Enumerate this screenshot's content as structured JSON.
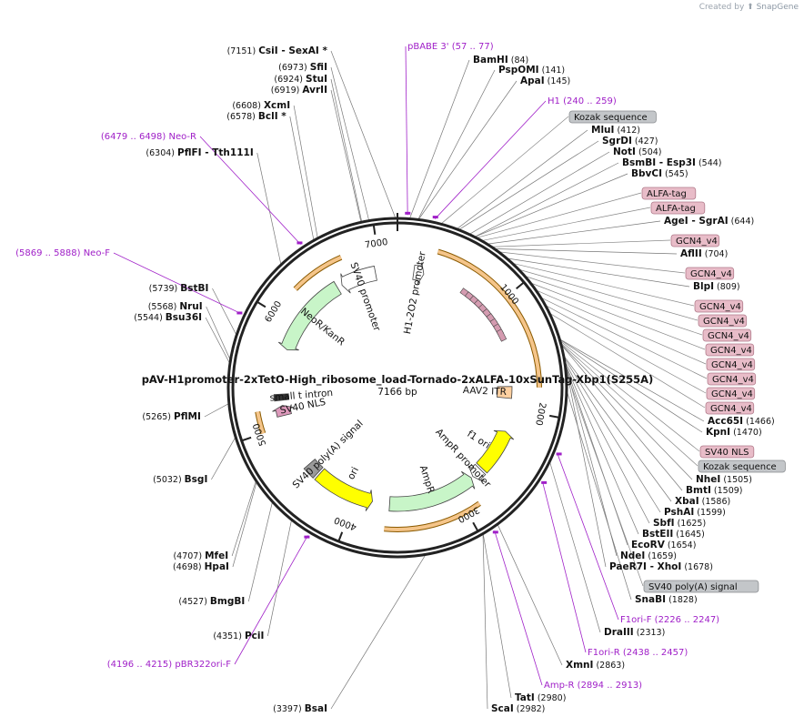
{
  "credit": {
    "prefix": "Created by",
    "brand": "SnapGene"
  },
  "map": {
    "title": "pAV-H1promoter-2xTetO-High_ribosome_load-Tornado-2xALFA-10xSunTag-Xbp1(S255A)",
    "length_label": "7166 bp",
    "length": 7166
  },
  "ticks": [
    {
      "bp": 1000,
      "label": "1000"
    },
    {
      "bp": 2000,
      "label": "2000"
    },
    {
      "bp": 3000,
      "label": "3000"
    },
    {
      "bp": 4000,
      "label": "4000"
    },
    {
      "bp": 5000,
      "label": "5000"
    },
    {
      "bp": 6000,
      "label": "6000"
    },
    {
      "bp": 7000,
      "label": "7000"
    }
  ],
  "site_labels": [
    {
      "name": "CsiI",
      "name2": "SexAI",
      "star": true,
      "pos": "(7151)",
      "bp": 7151,
      "side": "L"
    },
    {
      "name": "SfiI",
      "pos": "(6973)",
      "bp": 6973,
      "side": "L"
    },
    {
      "name": "StuI",
      "pos": "(6924)",
      "bp": 6924,
      "side": "L"
    },
    {
      "name": "AvrII",
      "pos": "(6919)",
      "bp": 6919,
      "side": "L"
    },
    {
      "name": "XcmI",
      "pos": "(6608)",
      "bp": 6608,
      "side": "L"
    },
    {
      "name": "BclI",
      "star": true,
      "pos": "(6578)",
      "bp": 6578,
      "side": "L"
    },
    {
      "name": "PflFI",
      "name2": "Tth111I",
      "pos": "(6304)",
      "bp": 6304,
      "side": "L"
    },
    {
      "name": "BstBI",
      "pos": "(5739)",
      "bp": 5739,
      "side": "L"
    },
    {
      "name": "NruI",
      "pos": "(5568)",
      "bp": 5568,
      "side": "L"
    },
    {
      "name": "Bsu36I",
      "pos": "(5544)",
      "bp": 5544,
      "side": "L"
    },
    {
      "name": "PflMI",
      "pos": "(5265)",
      "bp": 5265,
      "side": "L"
    },
    {
      "name": "BsgI",
      "pos": "(5032)",
      "bp": 5032,
      "side": "L"
    },
    {
      "name": "MfeI",
      "pos": "(4707)",
      "bp": 4707,
      "side": "L"
    },
    {
      "name": "HpaI",
      "pos": "(4698)",
      "bp": 4698,
      "side": "L"
    },
    {
      "name": "BmgBI",
      "pos": "(4527)",
      "bp": 4527,
      "side": "L"
    },
    {
      "name": "PciI",
      "pos": "(4351)",
      "bp": 4351,
      "side": "L"
    },
    {
      "name": "BsaI",
      "pos": "(3397)",
      "bp": 3397,
      "side": "L"
    },
    {
      "name": "BamHI",
      "pos": "(84)",
      "bp": 84,
      "side": "R"
    },
    {
      "name": "PspOMI",
      "pos": "(141)",
      "bp": 141,
      "side": "R"
    },
    {
      "name": "ApaI",
      "pos": "(145)",
      "bp": 145,
      "side": "R"
    },
    {
      "name": "MluI",
      "pos": "(412)",
      "bp": 412,
      "side": "R"
    },
    {
      "name": "SgrDI",
      "pos": "(427)",
      "bp": 427,
      "side": "R"
    },
    {
      "name": "NotI",
      "pos": "(504)",
      "bp": 504,
      "side": "R"
    },
    {
      "name": "BsmBI",
      "name2": "Esp3I",
      "pos": "(544)",
      "bp": 544,
      "side": "R"
    },
    {
      "name": "BbvCI",
      "pos": "(545)",
      "bp": 545,
      "side": "R"
    },
    {
      "name": "AgeI",
      "name2": "SgrAI",
      "pos": "(644)",
      "bp": 644,
      "side": "R"
    },
    {
      "name": "AflII",
      "pos": "(704)",
      "bp": 704,
      "side": "R"
    },
    {
      "name": "BlpI",
      "pos": "(809)",
      "bp": 809,
      "side": "R"
    },
    {
      "name": "Acc65I",
      "pos": "(1466)",
      "bp": 1466,
      "side": "R"
    },
    {
      "name": "KpnI",
      "pos": "(1470)",
      "bp": 1470,
      "side": "R"
    },
    {
      "name": "NheI",
      "pos": "(1505)",
      "bp": 1505,
      "side": "R"
    },
    {
      "name": "BmtI",
      "pos": "(1509)",
      "bp": 1509,
      "side": "R"
    },
    {
      "name": "XbaI",
      "pos": "(1586)",
      "bp": 1586,
      "side": "R"
    },
    {
      "name": "PshAI",
      "pos": "(1599)",
      "bp": 1599,
      "side": "R"
    },
    {
      "name": "SbfI",
      "pos": "(1625)",
      "bp": 1625,
      "side": "R"
    },
    {
      "name": "BstEII",
      "pos": "(1645)",
      "bp": 1645,
      "side": "R"
    },
    {
      "name": "EcoRV",
      "pos": "(1654)",
      "bp": 1654,
      "side": "R"
    },
    {
      "name": "NdeI",
      "pos": "(1659)",
      "bp": 1659,
      "side": "R"
    },
    {
      "name": "PaeR7I",
      "name2": "XhoI",
      "pos": "(1678)",
      "bp": 1678,
      "side": "R"
    },
    {
      "name": "SnaBI",
      "pos": "(1828)",
      "bp": 1828,
      "side": "R"
    },
    {
      "name": "DraIII",
      "pos": "(2313)",
      "bp": 2313,
      "side": "R"
    },
    {
      "name": "XmnI",
      "pos": "(2863)",
      "bp": 2863,
      "side": "R"
    },
    {
      "name": "TatI",
      "pos": "(2980)",
      "bp": 2980,
      "side": "R"
    },
    {
      "name": "ScaI",
      "pos": "(2982)",
      "bp": 2982,
      "side": "R"
    }
  ],
  "primer_labels": [
    {
      "name": "pBABE 3'",
      "range": "(57 .. 77)",
      "bp": 67
    },
    {
      "name": "H1",
      "range": "(240 .. 259)",
      "bp": 250
    },
    {
      "name": "Neo-R",
      "range": "(6479 .. 6498)",
      "bp": 6488
    },
    {
      "name": "Neo-F",
      "range": "(5869 .. 5888)",
      "bp": 5878
    },
    {
      "name": "F1ori-F",
      "range": "(2226 .. 2247)",
      "bp": 2236
    },
    {
      "name": "F1ori-R",
      "range": "(2438 .. 2457)",
      "bp": 2447
    },
    {
      "name": "Amp-R",
      "range": "(2894 .. 2913)",
      "bp": 2903
    },
    {
      "name": "pBR322ori-F",
      "range": "(4196 .. 4215)",
      "bp": 4205
    }
  ],
  "feature_boxes": [
    {
      "label": "Kozak sequence",
      "type": "gray",
      "bp": 300
    },
    {
      "label": "ALFA-tag",
      "type": "pink",
      "bp": 560
    },
    {
      "label": "ALFA-tag",
      "type": "pink",
      "bp": 600
    },
    {
      "label": "GCN4_v4",
      "type": "pink",
      "bp": 680
    },
    {
      "label": "GCN4_v4",
      "type": "pink",
      "bp": 740
    },
    {
      "label": "GCN4_v4",
      "type": "pink",
      "bp": 860
    },
    {
      "label": "GCN4_v4",
      "type": "pink",
      "bp": 920
    },
    {
      "label": "GCN4_v4",
      "type": "pink",
      "bp": 980
    },
    {
      "label": "GCN4_v4",
      "type": "pink",
      "bp": 1040
    },
    {
      "label": "GCN4_v4",
      "type": "pink",
      "bp": 1100
    },
    {
      "label": "GCN4_v4",
      "type": "pink",
      "bp": 1160
    },
    {
      "label": "GCN4_v4",
      "type": "pink",
      "bp": 1220
    },
    {
      "label": "GCN4_v4",
      "type": "pink",
      "bp": 1280
    },
    {
      "label": "SV40 NLS",
      "type": "pink",
      "bp": 1480
    },
    {
      "label": "Kozak sequence",
      "type": "gray",
      "bp": 1495
    },
    {
      "label": "SV40 poly(A) signal",
      "type": "gray",
      "bp": 1700
    }
  ],
  "ring_features": [
    {
      "label": "SV40 promoter",
      "start": 6600,
      "end": 6950,
      "ring": 2,
      "color": "#ffffff",
      "dir": -1
    },
    {
      "label": "NeoR/KanR",
      "start": 5750,
      "end": 6550,
      "ring": 2,
      "color": "#c8f5c8",
      "dir": -1
    },
    {
      "label": "H1-2O2 promoter",
      "start": 160,
      "end": 260,
      "ring": 2,
      "color": "#ffffff",
      "dir": 1
    },
    {
      "label": "AAV2 ITR",
      "start": 1780,
      "end": 1900,
      "ring": 3,
      "color": "#ffd0a0",
      "dir": 0
    },
    {
      "label": "f1 ori",
      "start": 2230,
      "end": 2660,
      "ring": 2,
      "color": "#ffff00",
      "dir": -1
    },
    {
      "label": "AmpR promoter",
      "start": 2680,
      "end": 2780,
      "ring": 2,
      "color": "#ffffff",
      "dir": 1
    },
    {
      "label": "AmpR",
      "start": 2800,
      "end": 3660,
      "ring": 2,
      "color": "#c8f5c8",
      "dir": -1
    },
    {
      "label": "ori",
      "start": 3830,
      "end": 4420,
      "ring": 2,
      "color": "#ffff00",
      "dir": -1
    },
    {
      "label": "SV40 poly(A) signal",
      "start": 4440,
      "end": 4560,
      "ring": 2,
      "color": "#999999",
      "dir": 0
    },
    {
      "label": "SV40 NLS",
      "start": 5100,
      "end": 5200,
      "ring": 2,
      "color": "#dd99bb",
      "dir": 1
    },
    {
      "label": "small t intron",
      "start": 5250,
      "end": 5310,
      "ring": 2,
      "color": "#333333",
      "dir": 0
    }
  ],
  "orf_arcs": [
    {
      "start": 6250,
      "end": 6700
    },
    {
      "start": 330,
      "end": 1790
    },
    {
      "start": 2880,
      "end": 3690
    },
    {
      "start": 5000,
      "end": 5180
    }
  ]
}
